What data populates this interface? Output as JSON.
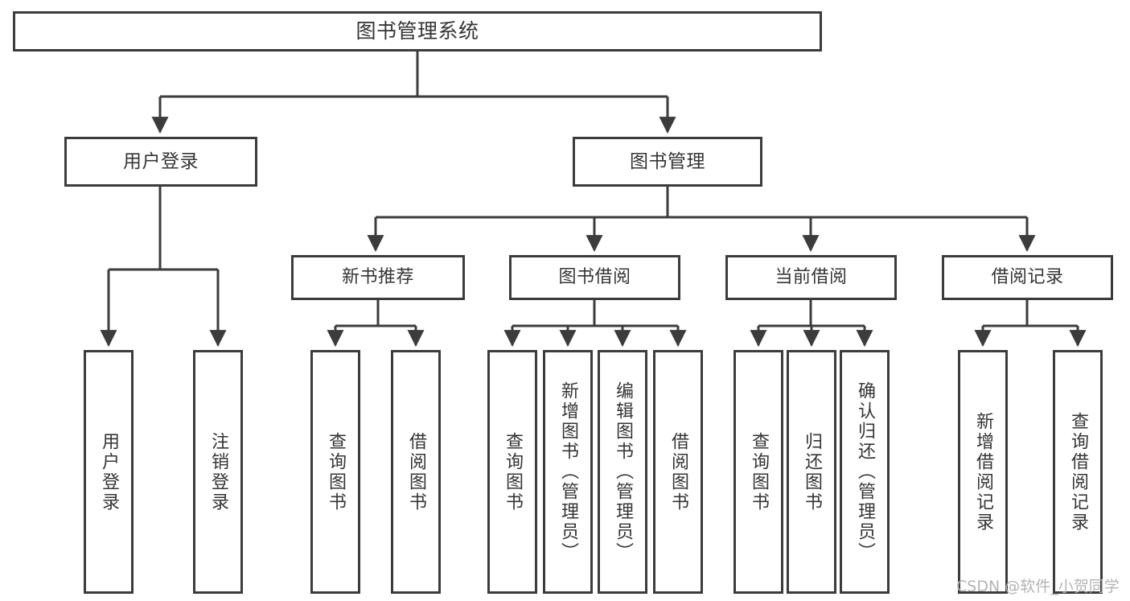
{
  "diagram": {
    "title": "图书管理系统",
    "type": "tree",
    "orientation": "top-down",
    "colors": {
      "background": "#ffffff",
      "box_border": "#3c3c3c",
      "box_fill": "#ffffff",
      "text": "#353535",
      "edge": "#3c3c3c",
      "watermark": "#b4b4b4"
    },
    "root": {
      "label": "图书管理系统"
    },
    "level2": [
      {
        "label": "用户登录"
      },
      {
        "label": "图书管理"
      }
    ],
    "level3": [
      {
        "label": "新书推荐"
      },
      {
        "label": "图书借阅"
      },
      {
        "label": "当前借阅"
      },
      {
        "label": "借阅记录"
      }
    ],
    "leaves": {
      "user_login": [
        {
          "label": "用户登录"
        },
        {
          "label": "注销登录"
        }
      ],
      "new_book_recommend": [
        {
          "label": "查询图书"
        },
        {
          "label": "借阅图书"
        }
      ],
      "book_borrow": [
        {
          "label": "查询图书"
        },
        {
          "label": "新增图书（管理员）"
        },
        {
          "label": "编辑图书（管理员）"
        },
        {
          "label": "借阅图书"
        }
      ],
      "current_borrow": [
        {
          "label": "查询图书"
        },
        {
          "label": "归还图书"
        },
        {
          "label": "确认归还（管理员）"
        }
      ],
      "borrow_record": [
        {
          "label": "新增借阅记录"
        },
        {
          "label": "查询借阅记录"
        }
      ]
    }
  },
  "watermark": {
    "text": "CSDN @软件_小贺同学"
  }
}
